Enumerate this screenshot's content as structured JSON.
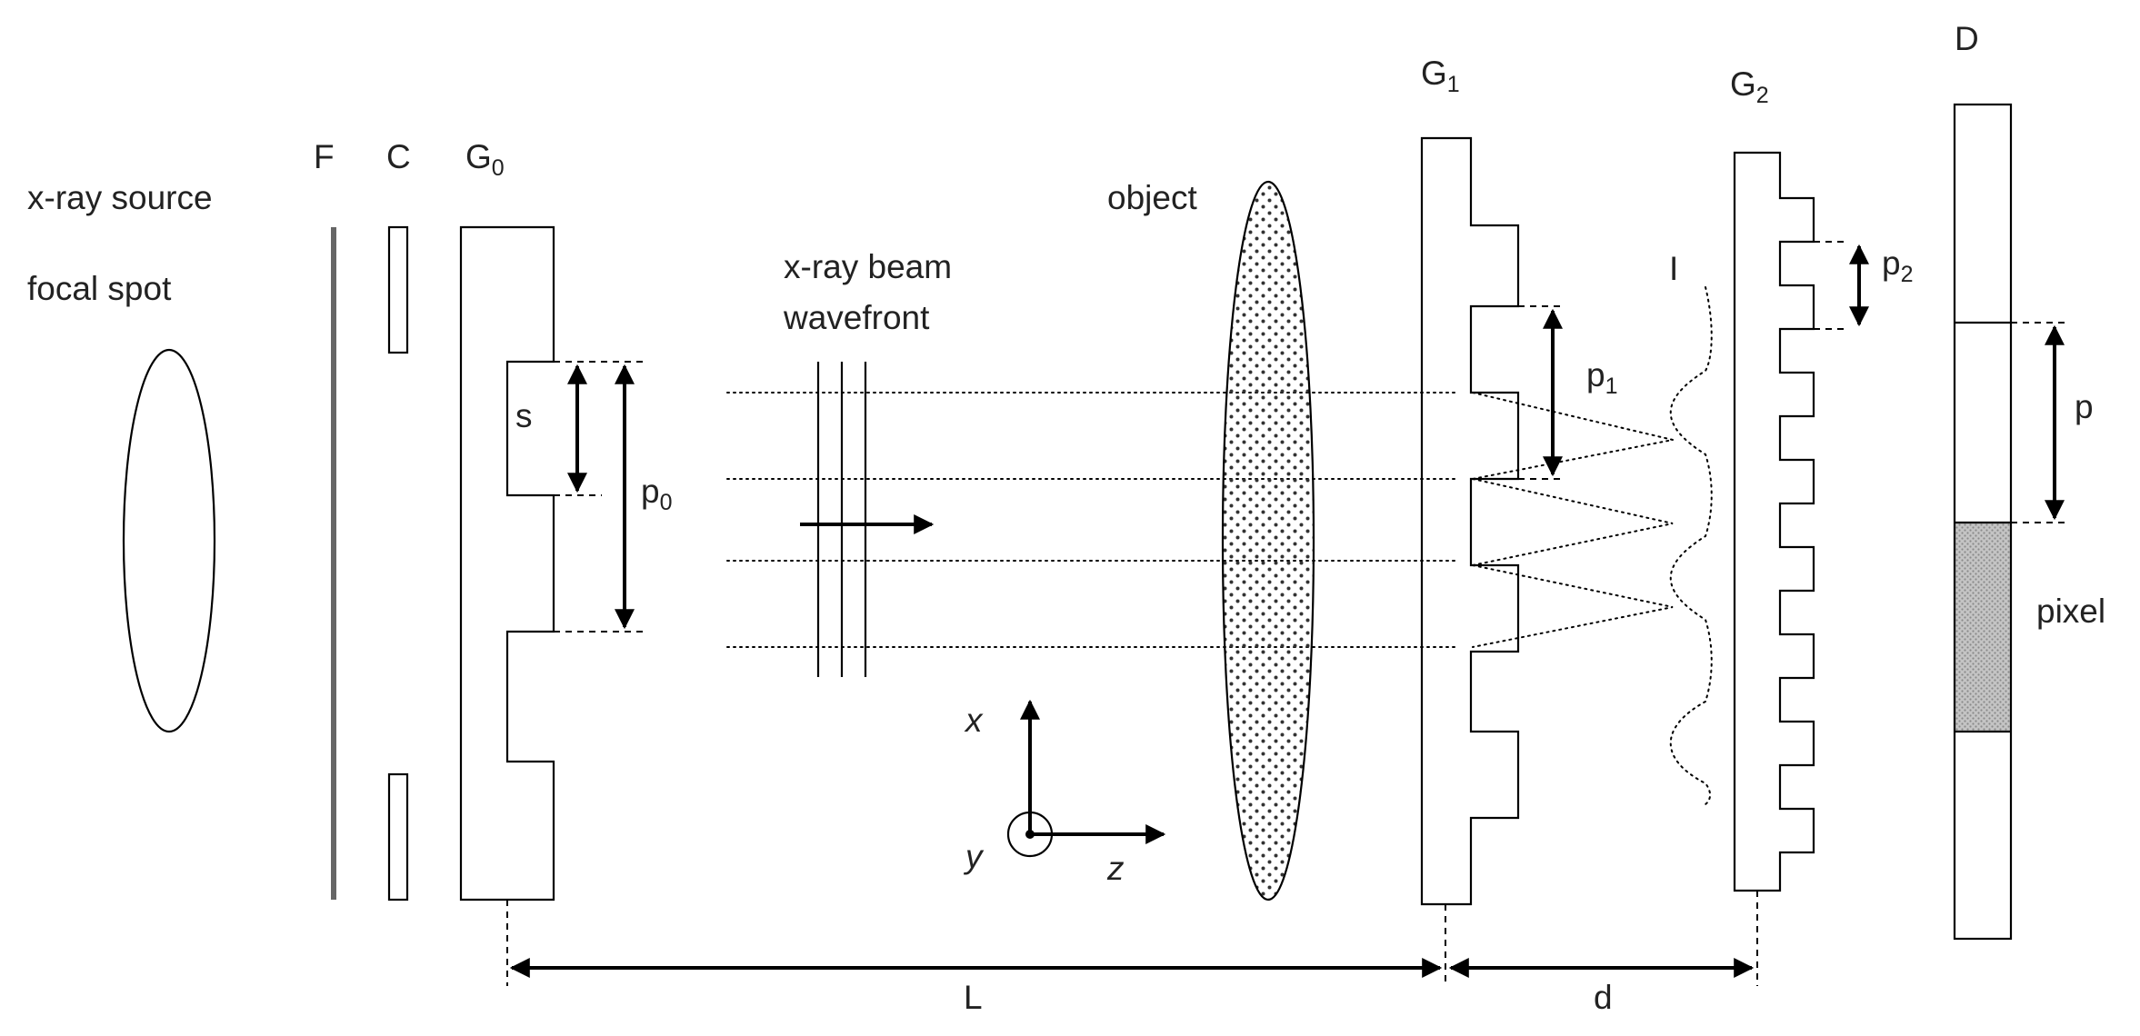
{
  "labels": {
    "xray_source": "x-ray source",
    "focal_spot": "focal spot",
    "F": "F",
    "C": "C",
    "G0": "G",
    "G0_sub": "0",
    "s": "s",
    "p0": "p",
    "p0_sub": "0",
    "beam_line1": "x-ray beam",
    "beam_line2": "wavefront",
    "object": "object",
    "G1": "G",
    "G1_sub": "1",
    "p1": "p",
    "p1_sub": "1",
    "I": "I",
    "G2": "G",
    "G2_sub": "2",
    "p2": "p",
    "p2_sub": "2",
    "D": "D",
    "p": "p",
    "pixel": "pixel",
    "axis_x": "x",
    "axis_y": "y",
    "axis_z": "z",
    "L": "L",
    "d": "d"
  },
  "colors": {
    "line": "#000000",
    "text": "#222222",
    "filter": "#666666",
    "object_dots": "#333333",
    "pixel_fill": "#b5b5b5"
  }
}
